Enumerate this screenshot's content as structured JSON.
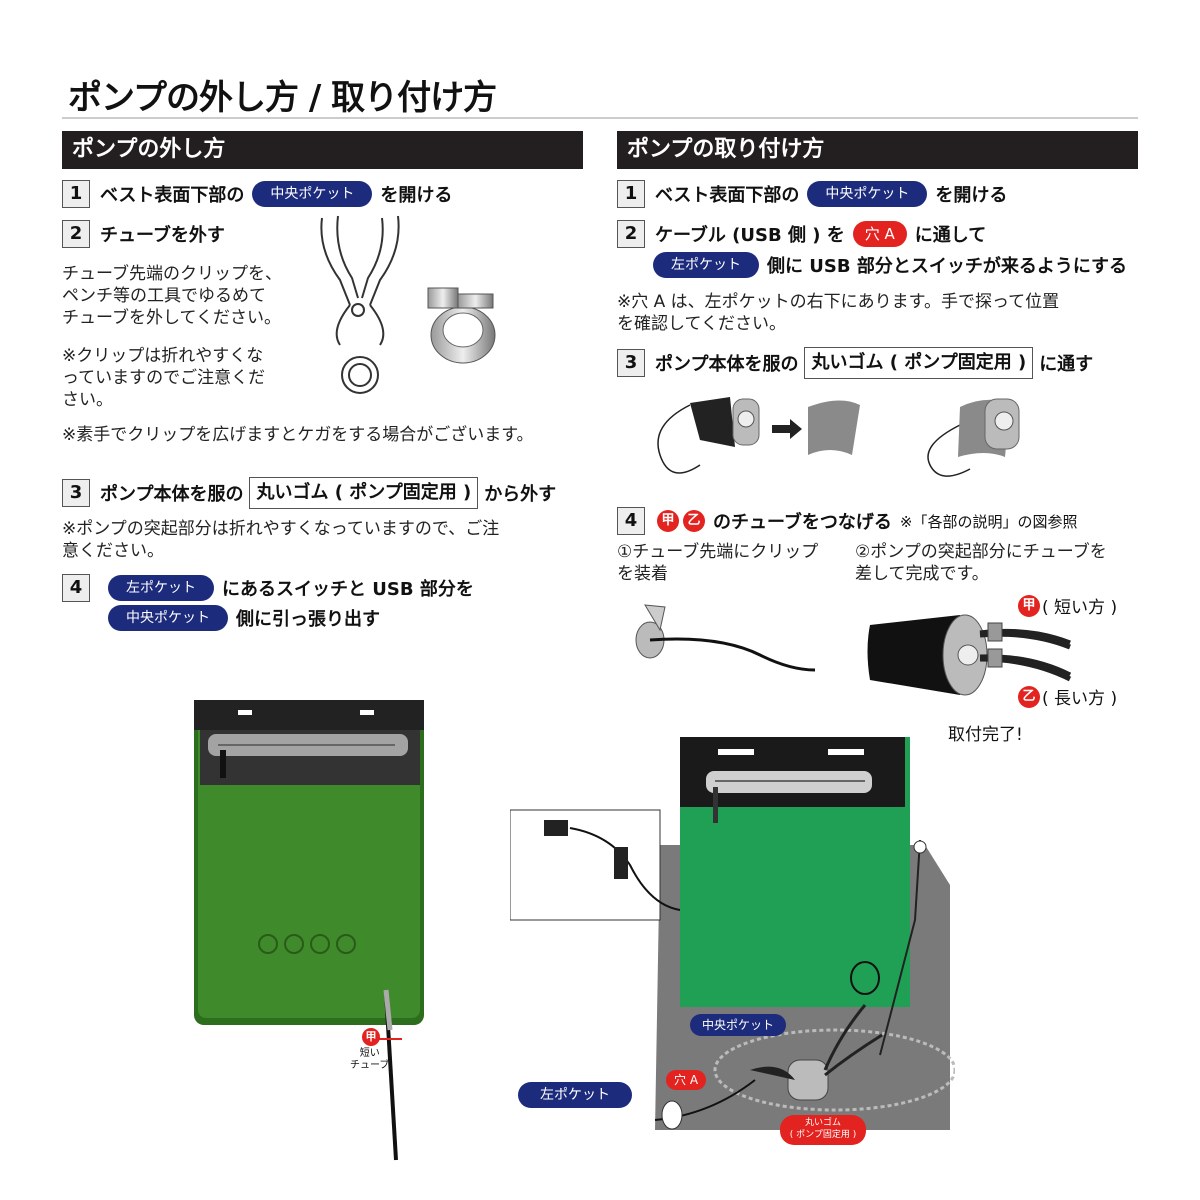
{
  "title": "ポンプの外し方 / 取り付け方",
  "left": {
    "heading": "ポンプの外し方",
    "step1": {
      "num": "1",
      "pre": "ベスト表面下部の",
      "pill": "中央ポケット",
      "post": "を開ける"
    },
    "step2": {
      "num": "2",
      "text": "チューブを外す"
    },
    "step2_body": [
      "チューブ先端のクリップを、",
      "ペンチ等の工具でゆるめて",
      "チューブを外してください。"
    ],
    "step2_note": [
      "※クリップは折れやすくな",
      "っていますのでご注意くだ",
      "さい。"
    ],
    "step2_note2": "※素手でクリップを広げますとケガをする場合がございます。",
    "step3": {
      "num": "3",
      "pre": "ポンプ本体を服の",
      "box": "丸いゴム ( ポンプ固定用 )",
      "post": "から外す"
    },
    "step3_note": [
      "※ポンプの突起部分は折れやすくなっていますので、ご注",
      "意ください。"
    ],
    "step4": {
      "num": "4",
      "pill1": "左ポケット",
      "line1": "にあるスイッチと USB 部分を",
      "pill2": "中央ポケット",
      "line2": "側に引っ張り出す"
    },
    "fig_label_kou": "甲",
    "fig_label_tube": [
      "短い",
      "チューブ"
    ]
  },
  "right": {
    "heading": "ポンプの取り付け方",
    "step1": {
      "num": "1",
      "pre": "ベスト表面下部の",
      "pill": "中央ポケット",
      "post": "を開ける"
    },
    "step2": {
      "num": "2",
      "pre": "ケーブル (USB 側 ) を",
      "pill": "穴 A",
      "post": "に通して",
      "pill2": "左ポケット",
      "line2": "側に USB 部分とスイッチが来るようにする"
    },
    "step2_note": [
      "※穴 A は、左ポケットの右下にあります。手で探って位置",
      "を確認してください。"
    ],
    "step3": {
      "num": "3",
      "pre": "ポンプ本体を服の",
      "box": "丸いゴム ( ポンプ固定用 )",
      "post": "に通す"
    },
    "step4": {
      "num": "4",
      "c1": "甲",
      "c2": "乙",
      "text": "のチューブをつなげる",
      "ref": "※「各部の説明」の図参照"
    },
    "step4_sub1": [
      "①チューブ先端にクリップ",
      "を装着"
    ],
    "step4_sub2": [
      "②ポンプの突起部分にチューブを",
      "差して完成です。"
    ],
    "label_short_c": "甲",
    "label_short": "( 短い方 )",
    "label_long_c": "乙",
    "label_long": "( 長い方 )",
    "done": "取付完了!",
    "fig_pill_center": "中央ポケット",
    "fig_pill_left": "左ポケット",
    "fig_hole": "穴 A",
    "fig_rubber": [
      "丸いゴム",
      "( ポンプ固定用 )"
    ]
  },
  "colors": {
    "navy": "#1d2b7c",
    "red": "#e3231f",
    "green": "#1fa055",
    "darkgreen": "#2c6e1e",
    "gray": "#7a7a7a"
  }
}
